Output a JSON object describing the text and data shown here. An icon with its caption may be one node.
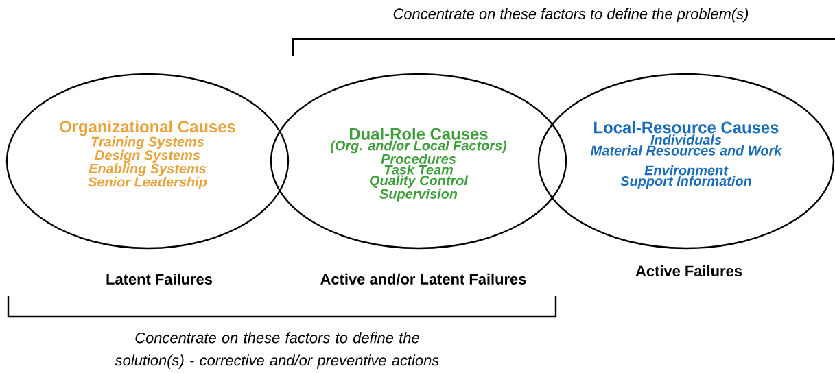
{
  "diagram": {
    "nodes": [
      {
        "text": [
          "Organizational Causes",
          "Training Systems",
          "Design Systems",
          "Enabling Systems",
          "Senior Leadership"
        ],
        "beside": [
          "Latent Failures"
        ]
      },
      {
        "text": [
          "Dual-Role Causes",
          "(Org. and/or Local Factors)",
          "Procedures",
          "Task Team",
          "Quality Control",
          "Supervision"
        ],
        "beside": [
          "Active and/or Latent Failures"
        ]
      },
      {
        "text": [
          "Local-Resource Causes",
          "Individuals",
          "Material Resources and Work Environment",
          "Support Information"
        ],
        "beside": [
          "Active Failures"
        ]
      }
    ],
    "labels": [
      "Concentrate on these factors to define the problem(s)",
      "Concentrate on these factors to define the solution(s) - corrective and/or preventive actions"
    ]
  }
}
